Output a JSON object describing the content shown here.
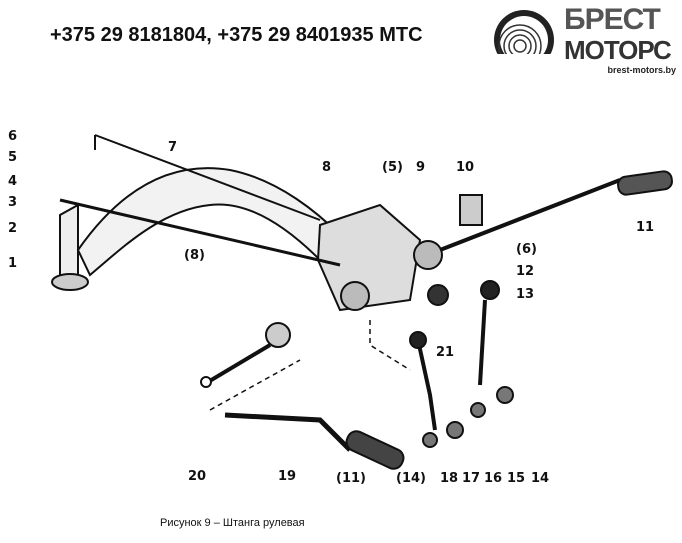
{
  "header": {
    "phones": "+375 29 8181804,  +375 29 8401935 МТС"
  },
  "logo": {
    "line1": "БРЕСТ",
    "line2": "МОТОРС",
    "url": "brest-motors.by"
  },
  "labels": [
    "6",
    "5",
    "4",
    "3",
    "2",
    "1",
    "7",
    "8",
    "(5)",
    "9",
    "10",
    "11",
    "(8)",
    "(6)",
    "12",
    "13",
    "21",
    "20",
    "19",
    "(11)",
    "(14)",
    "18",
    "17",
    "16",
    "15",
    "14"
  ],
  "caption": "Рисунок 9 – Штанга рулевая"
}
